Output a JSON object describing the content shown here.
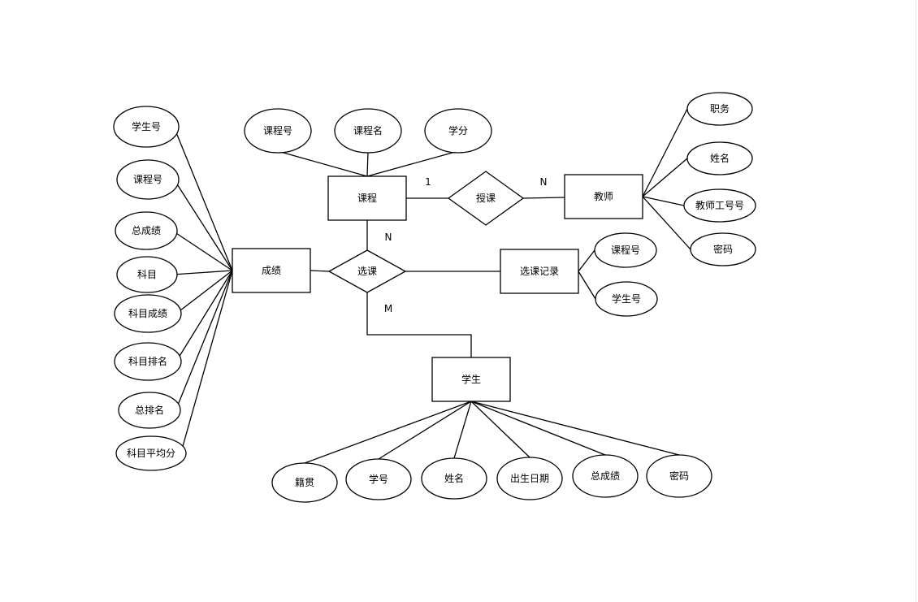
{
  "diagram": {
    "entities": {
      "course": "课程",
      "teacher": "教师",
      "grade": "成绩",
      "selection_record": "选课记录",
      "student": "学生"
    },
    "relationships": {
      "teach": "授课",
      "select": "选课"
    },
    "cardinalities": {
      "course_teach": "1",
      "teacher_teach": "N",
      "course_select": "N",
      "student_select": "M"
    },
    "attributes": {
      "grade": [
        "学生号",
        "课程号",
        "总成绩",
        "科目",
        "科目成绩",
        "科目排名",
        "总排名",
        "科目平均分"
      ],
      "course": [
        "课程号",
        "课程名",
        "学分"
      ],
      "teacher": [
        "职务",
        "姓名",
        "教师工号号",
        "密码"
      ],
      "selection_record": [
        "课程号",
        "学生号"
      ],
      "student": [
        "籍贯",
        "学号",
        "姓名",
        "出生日期",
        "总成绩",
        "密码"
      ]
    }
  }
}
